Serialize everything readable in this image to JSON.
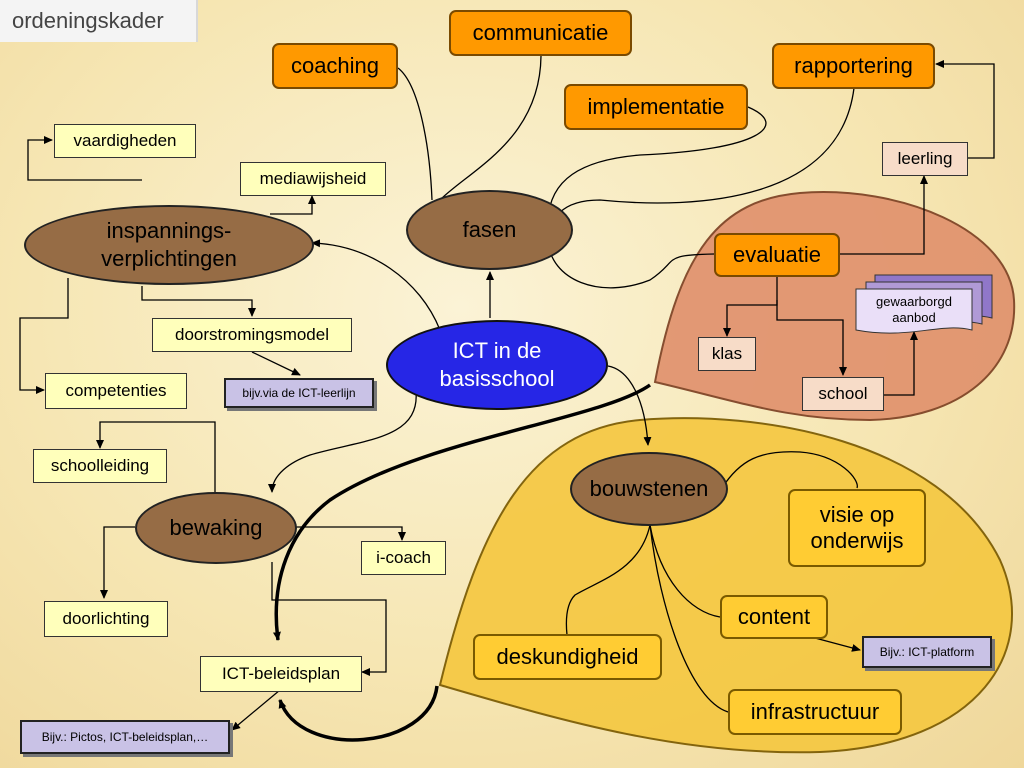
{
  "title": "ordeningskader",
  "center": "ICT in de basisschool",
  "hubs": {
    "fasen": "fasen",
    "inspanningsverplichtingen": "inspannings-verplichtingen",
    "bewaking": "bewaking",
    "bouwstenen": "bouwstenen"
  },
  "fasen_items": {
    "coaching": "coaching",
    "communicatie": "communicatie",
    "implementatie": "implementatie",
    "rapportering": "rapportering",
    "evaluatie": "evaluatie"
  },
  "evaluatie_items": {
    "leerling": "leerling",
    "klas": "klas",
    "school": "school",
    "gewaarborgd_aanbod": "gewaarborgd aanbod"
  },
  "inspanning_items": {
    "vaardigheden": "vaardigheden",
    "mediawijsheid": "mediawijsheid",
    "doorstromingsmodel": "doorstromingsmodel",
    "competenties": "competenties",
    "doorstroming_note": "bijv.via de ICT-leerlijn"
  },
  "bewaking_items": {
    "schoolleiding": "schoolleiding",
    "i_coach": "i-coach",
    "doorlichting": "doorlichting",
    "beleidsplan": "ICT-beleidsplan",
    "beleidsplan_note": "Bijv.: Pictos, ICT-beleidsplan,…"
  },
  "bouwstenen_items": {
    "visie": "visie op onderwijs",
    "content": "content",
    "deskundigheid": "deskundigheid",
    "infrastructuur": "infrastructuur",
    "content_note": "Bijv.: ICT-platform"
  },
  "colors": {
    "orange": "#ff9900",
    "pale_yellow": "#ffffbb",
    "hub_brown": "#966c45",
    "center_blue": "#2626e6",
    "evaluatie_region": "#e0906c",
    "bouwstenen_region": "#f5c842",
    "lilac": "#c9c2e6"
  }
}
